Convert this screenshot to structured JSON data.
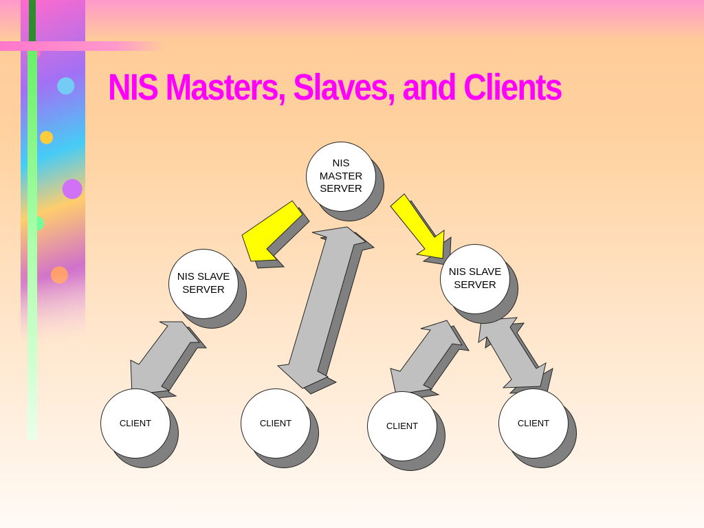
{
  "slide": {
    "title": "NIS Masters, Slaves, and Clients"
  },
  "nodes": {
    "master": {
      "label": "NIS\nMASTER\nSERVER"
    },
    "slave_left": {
      "label": "NIS SLAVE\nSERVER"
    },
    "slave_right": {
      "label": "NIS SLAVE\nSERVER"
    },
    "client_1": {
      "label": "CLIENT"
    },
    "client_2": {
      "label": "CLIENT"
    },
    "client_3": {
      "label": "CLIENT"
    },
    "client_4": {
      "label": "CLIENT"
    }
  },
  "colors": {
    "title": "#ff00ff",
    "one_way_arrow": "#ffff00",
    "two_way_arrow": "#c0c0c0",
    "arrow_side": "#808080"
  },
  "connections": [
    {
      "from": "master",
      "to": "slave_left",
      "direction": "one-way"
    },
    {
      "from": "master",
      "to": "slave_right",
      "direction": "one-way"
    },
    {
      "from": "master",
      "to": "client_2",
      "direction": "two-way"
    },
    {
      "from": "slave_left",
      "to": "client_1",
      "direction": "two-way"
    },
    {
      "from": "slave_right",
      "to": "client_3",
      "direction": "two-way"
    },
    {
      "from": "slave_right",
      "to": "client_4",
      "direction": "two-way"
    }
  ]
}
